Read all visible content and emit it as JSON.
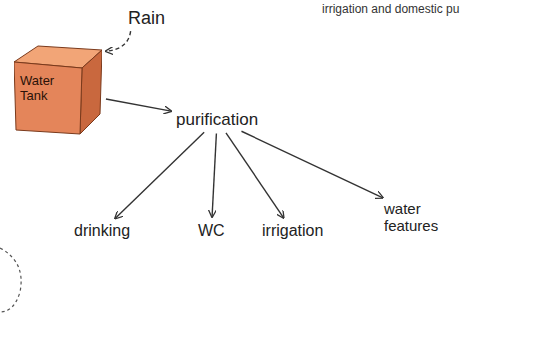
{
  "diagram": {
    "nodes": [
      {
        "text": [
          "Rain"
        ]
      },
      {
        "text": [
          "Water Tank"
        ]
      },
      {
        "text": [
          "purification"
        ]
      },
      {
        "text": [
          "drinking"
        ]
      },
      {
        "text": [
          "WC"
        ]
      },
      {
        "text": [
          "irrigation"
        ]
      },
      {
        "text": [
          "water features"
        ]
      }
    ],
    "edges": [
      {
        "from": 0,
        "to": 1,
        "arrow": "to"
      },
      {
        "from": 1,
        "to": 2,
        "arrow": "to"
      },
      {
        "from": 2,
        "to": 3,
        "arrow": "to"
      },
      {
        "from": 2,
        "to": 4,
        "arrow": "to"
      },
      {
        "from": 2,
        "to": 5,
        "arrow": "to"
      },
      {
        "from": 2,
        "to": 6,
        "arrow": "to"
      }
    ],
    "labels": [
      "irrigation and domestic pu"
    ]
  }
}
